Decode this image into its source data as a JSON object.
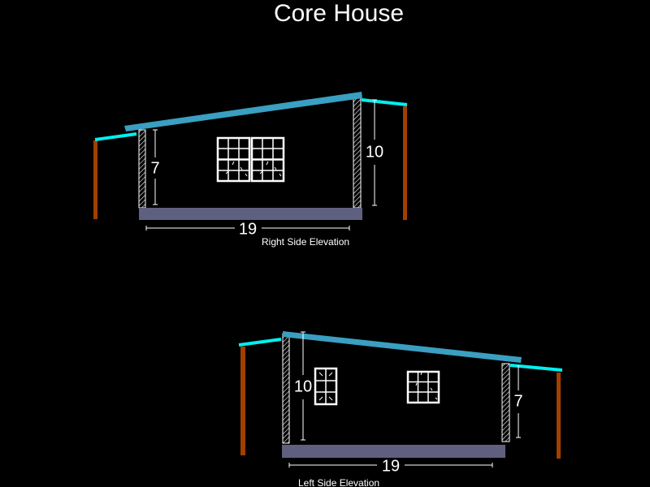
{
  "title": "Core House",
  "colors": {
    "roof": "#3a9fc0",
    "overhang": "#00f0f0",
    "post": "#a04000",
    "slab": "#5f5f80",
    "wall": "#ffffff"
  },
  "right_elevation": {
    "label": "Right Side Elevation",
    "dim_width": "19",
    "dim_left_height": "7",
    "dim_right_height": "10"
  },
  "left_elevation": {
    "label": "Left Side Elevation",
    "dim_width": "19",
    "dim_left_height": "10",
    "dim_right_height": "7"
  }
}
